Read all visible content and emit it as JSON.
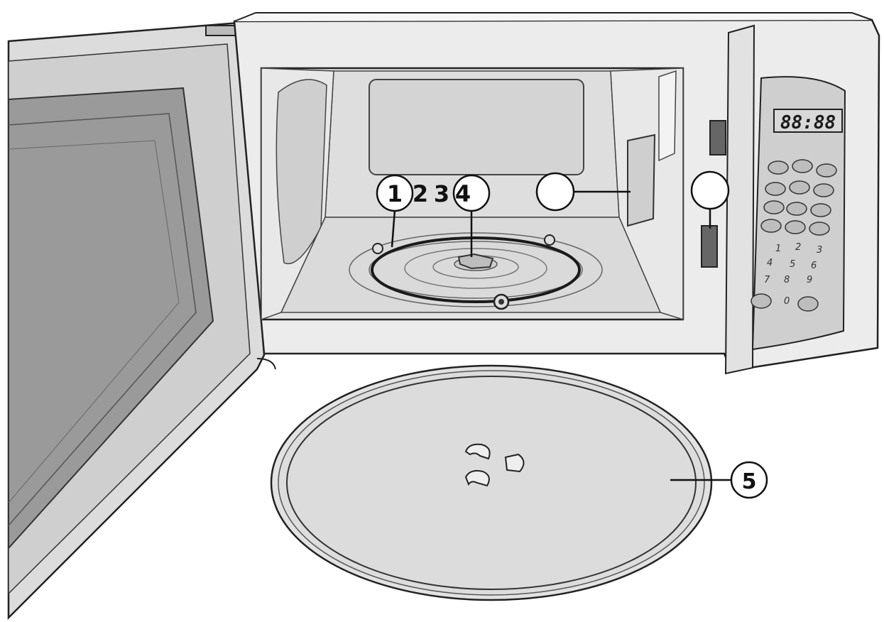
{
  "diagram": {
    "callouts": [
      {
        "label": "1"
      },
      {
        "label": "2"
      },
      {
        "label": "3"
      },
      {
        "label": "4"
      },
      {
        "label": ""
      },
      {
        "label": ""
      },
      {
        "label": "5"
      }
    ],
    "control_panel": {
      "display": "88:88",
      "keypad_digits": [
        "1",
        "2",
        "3",
        "4",
        "5",
        "6",
        "7",
        "8",
        "9",
        "0"
      ]
    }
  }
}
